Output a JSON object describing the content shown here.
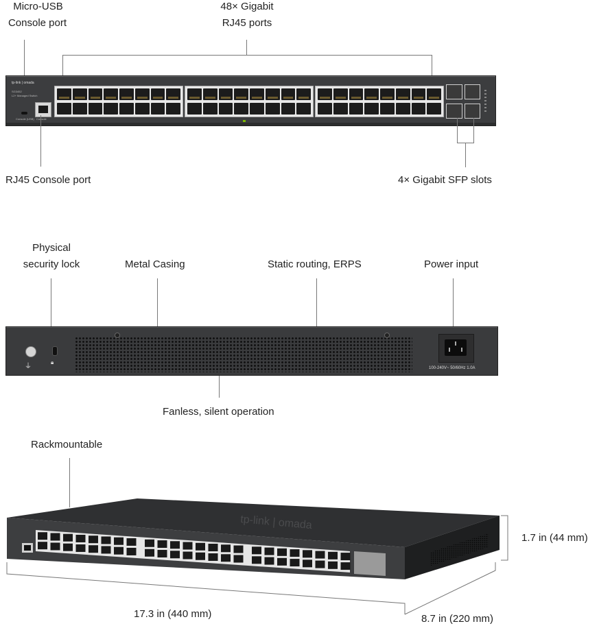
{
  "front_view": {
    "labels": {
      "micro_usb_line1": "Micro-USB",
      "micro_usb_line2": "Console port",
      "rj45_ports_line1": "48× Gigabit",
      "rj45_ports_line2": "RJ45 ports",
      "rj45_console": "RJ45 Console port",
      "sfp_slots": "4× Gigabit SFP slots"
    },
    "device": {
      "brand": "tp-link | omada",
      "model": "SG3452",
      "subtitle": "L2+ Managed Switch",
      "micro_usb_caption": "Console (USB)",
      "console_caption": "Console"
    },
    "port_count": 48,
    "sfp_count": 4
  },
  "rear_view": {
    "labels": {
      "lock_line1": "Physical",
      "lock_line2": "security lock",
      "metal_casing": "Metal Casing",
      "static_routing": "Static routing, ERPS",
      "power_input": "Power input",
      "fanless": "Fanless, silent operation"
    },
    "power_rating": "100-240V~ 50/60Hz 1.0A"
  },
  "iso_view": {
    "labels": {
      "rackmountable": "Rackmountable",
      "height": "1.7 in (44 mm)",
      "width": "17.3 in (440 mm)",
      "depth": "8.7 in (220 mm)"
    },
    "top_logo": "tp-link | omada"
  },
  "colors": {
    "chassis": "#3c3d3f",
    "port_surround": "#e8e8e8",
    "leader_line": "#777777",
    "status_led": "#7ab800"
  }
}
